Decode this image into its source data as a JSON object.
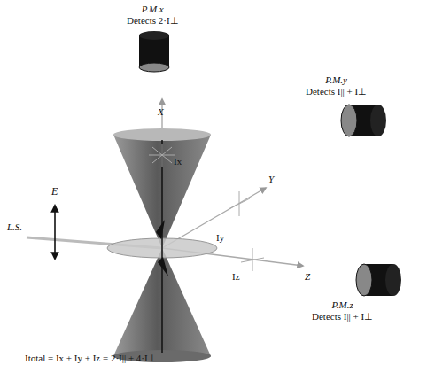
{
  "diagram": {
    "nodes": [
      {
        "text": [
          "P.M.x",
          "Detects 2·I⊥"
        ]
      },
      {
        "text": [
          "P.M.y",
          "Detects I|| + I⊥"
        ]
      },
      {
        "text": [
          "P.M.z",
          "Detects I|| + I⊥"
        ]
      }
    ],
    "labels": [
      "X",
      "Y",
      "Z",
      "E",
      "L.S.",
      "Ix",
      "Iy",
      "Iz",
      "Itotal = Ix + Iy + Iz = 2·I|| + 4·I⊥"
    ]
  }
}
